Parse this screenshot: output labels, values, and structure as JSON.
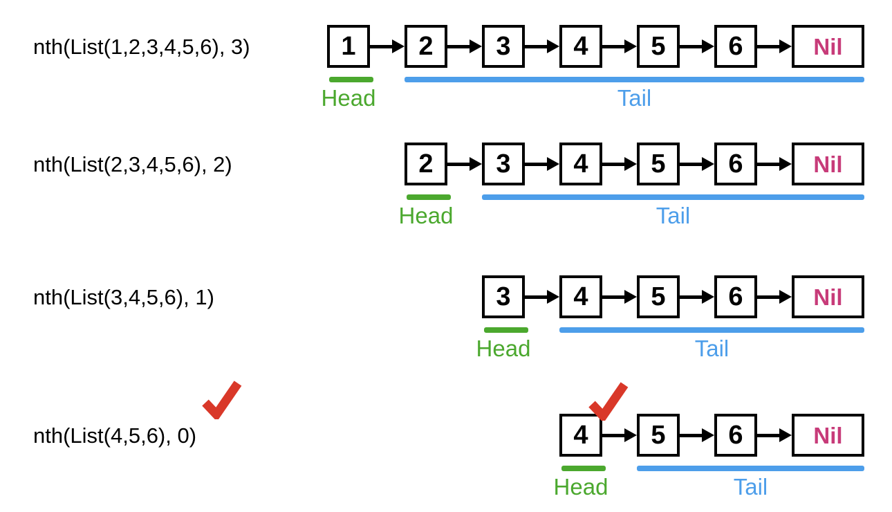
{
  "colors": {
    "ink": "#000000",
    "green": "#4BA82E",
    "blue": "#4D9EEA",
    "pink": "#C73B79",
    "red": "#D93829"
  },
  "rows": [
    {
      "call": "nth(List(1,2,3,4,5,6), 3)",
      "nodes": [
        "1",
        "2",
        "3",
        "4",
        "5",
        "6"
      ],
      "nil": "Nil",
      "head": "Head",
      "tail": "Tail",
      "checkmark": false
    },
    {
      "call": "nth(List(2,3,4,5,6), 2)",
      "nodes": [
        "2",
        "3",
        "4",
        "5",
        "6"
      ],
      "nil": "Nil",
      "head": "Head",
      "tail": "Tail",
      "checkmark": false
    },
    {
      "call": "nth(List(3,4,5,6), 1)",
      "nodes": [
        "3",
        "4",
        "5",
        "6"
      ],
      "nil": "Nil",
      "head": "Head",
      "tail": "Tail",
      "checkmark": false
    },
    {
      "call": "nth(List(4,5,6), 0)",
      "nodes": [
        "4",
        "5",
        "6"
      ],
      "nil": "Nil",
      "head": "Head",
      "tail": "Tail",
      "checkmark": true
    }
  ],
  "icons": {
    "checkmark": "checkmark-icon"
  }
}
